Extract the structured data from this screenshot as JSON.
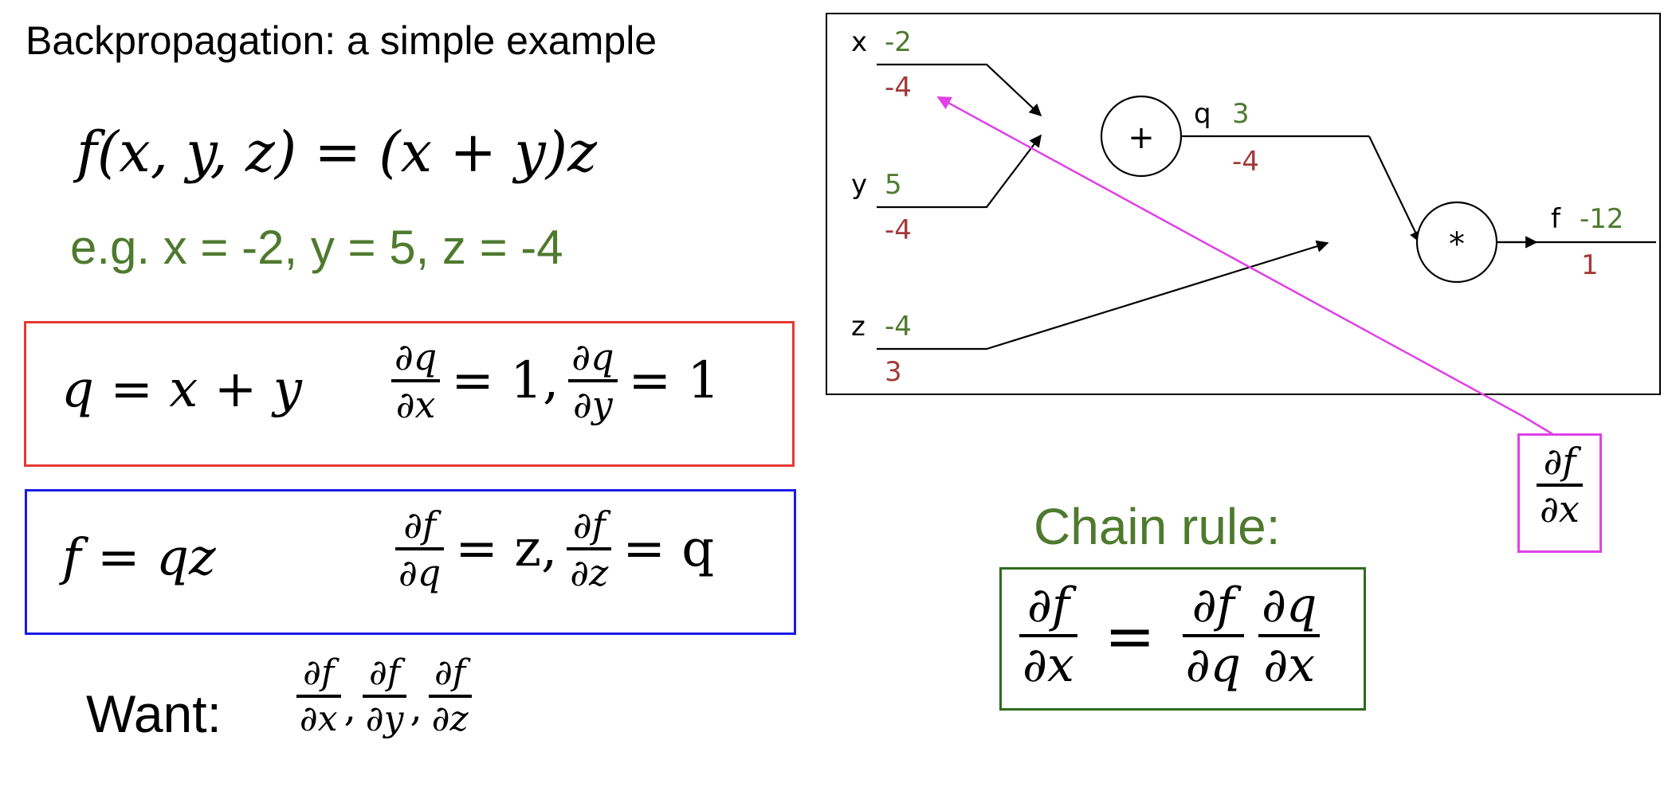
{
  "title": "Backpropagation: a simple example",
  "main_function": "f(x, y, z) = (x + y)z",
  "example": "e.g. x = -2, y = 5, z = -4",
  "box_q": {
    "lhs": "q = x + y",
    "d": "∂",
    "q": "q",
    "x": "x",
    "y": "y",
    "eq1": "= 1,",
    "eq2": "= 1"
  },
  "box_f": {
    "lhs": "f = qz",
    "d": "∂",
    "f": "f",
    "q": "q",
    "z": "z",
    "eq1": "= z,",
    "eq2": "= q"
  },
  "want": {
    "label": "Want:",
    "df": "∂f",
    "dx": "∂x",
    "dy": "∂y",
    "dz": "∂z",
    "comma": ","
  },
  "graph": {
    "inputs": [
      {
        "name": "x",
        "value": "-2",
        "grad": "-4"
      },
      {
        "name": "y",
        "value": "5",
        "grad": "-4"
      },
      {
        "name": "z",
        "value": "-4",
        "grad": "3"
      }
    ],
    "intermediate": {
      "name": "q",
      "value": "3",
      "grad": "-4"
    },
    "output": {
      "name": "f",
      "value": "-12",
      "grad": "1"
    },
    "nodes": [
      {
        "op": "+"
      },
      {
        "op": "*"
      }
    ]
  },
  "chain_rule": {
    "title": "Chain rule:",
    "df": "∂f",
    "dx": "∂x",
    "dq": "∂q",
    "eq": "="
  },
  "pink_label": {
    "num": "∂f",
    "den": "∂x"
  },
  "colors": {
    "green": "#4e7a2e",
    "red_value": "#a33a3a",
    "red_box": "#e53935",
    "blue_box": "#1a1ae6",
    "pink": "#e040e6",
    "dark_green_box": "#2e6b1f"
  }
}
